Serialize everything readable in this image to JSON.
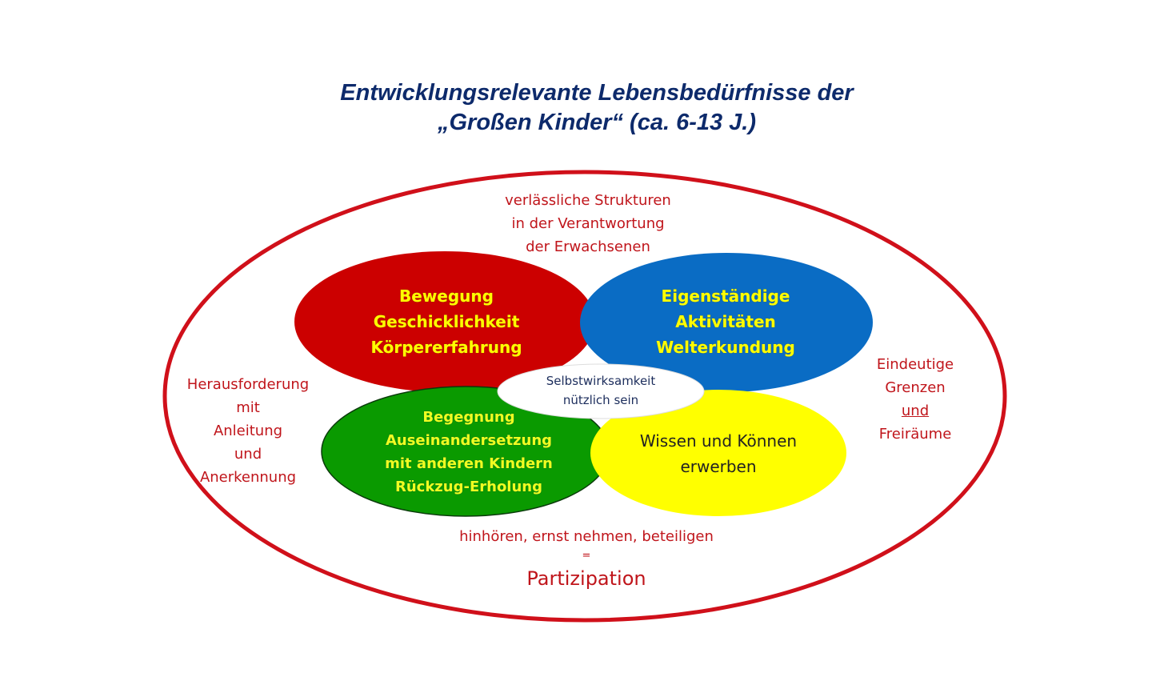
{
  "title": {
    "line1": "Entwicklungsrelevante Lebensbedürfnisse der",
    "line2": "„Großen Kinder“ (ca. 6-13 J.)"
  },
  "top_text": [
    "verlässliche Strukturen",
    "in der Verantwortung",
    "der Erwachsenen"
  ],
  "left_text": [
    "Herausforderung",
    "mit",
    "Anleitung",
    "und",
    "Anerkennung"
  ],
  "right_text": [
    "Eindeutige",
    "Grenzen",
    "und",
    "Freiräume"
  ],
  "bottom_text": {
    "line1": "hinhören, ernst nehmen, beteiligen",
    "equals": "=",
    "main": "Partizipation"
  },
  "red_ellipse": [
    "Bewegung",
    "Geschicklichkeit",
    "Körpererfahrung"
  ],
  "blue_ellipse": [
    "Eigenständige",
    "Aktivitäten",
    "Welterkundung"
  ],
  "green_ellipse": [
    "Begegnung",
    "Auseinandersetzung",
    "mit anderen Kindern",
    "Rückzug-Erholung"
  ],
  "yellow_ellipse": [
    "Wissen und Können",
    "erwerben"
  ],
  "center_ellipse": [
    "Selbstwirksamkeit",
    "nützlich sein"
  ],
  "colors": {
    "red": "#cc0000",
    "blue": "#0a6cc4",
    "green": "#0a9a00",
    "yellow": "#ffff00",
    "outline": "#d0101a",
    "title": "#0d2a6b"
  }
}
